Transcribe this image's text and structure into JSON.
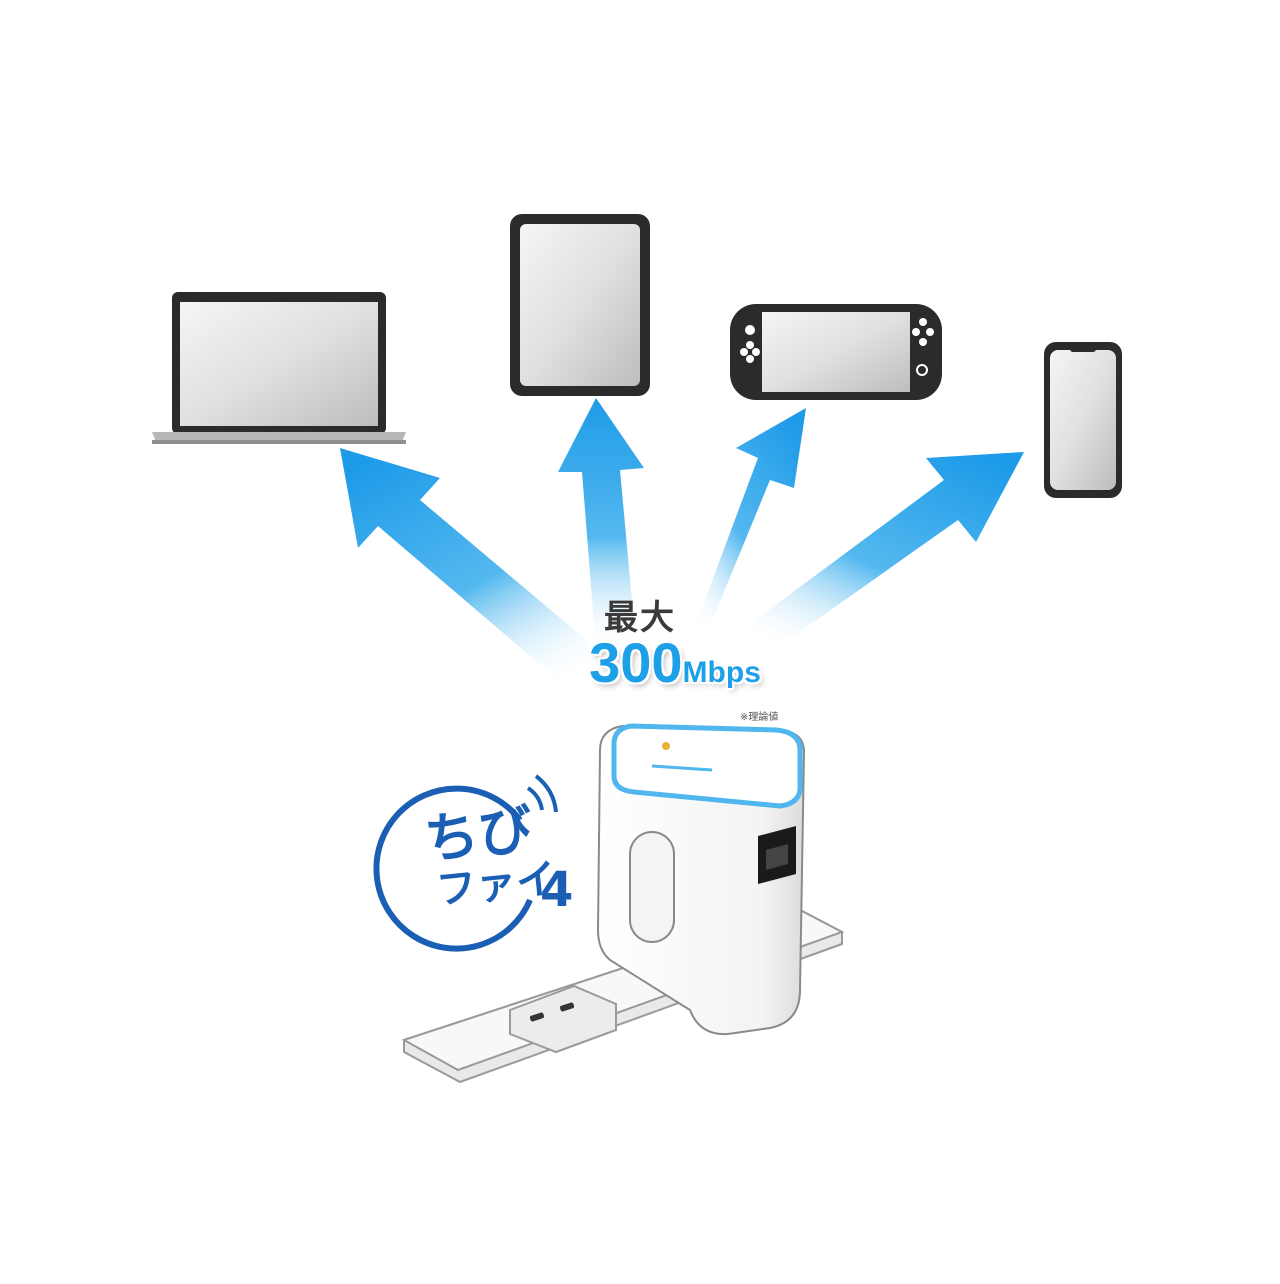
{
  "speed": {
    "label": "最大",
    "value": "300",
    "unit": "Mbps",
    "note": "※理論値"
  },
  "logo": {
    "line1": "ちび",
    "line2": "ファイ",
    "number": "4"
  },
  "devices": [
    {
      "icon": "laptop-icon"
    },
    {
      "icon": "tablet-icon"
    },
    {
      "icon": "game-console-icon"
    },
    {
      "icon": "smartphone-icon"
    }
  ],
  "colors": {
    "arrow": "#1ea0e8",
    "logo": "#1b5fb4",
    "led": "#e8b23a"
  }
}
